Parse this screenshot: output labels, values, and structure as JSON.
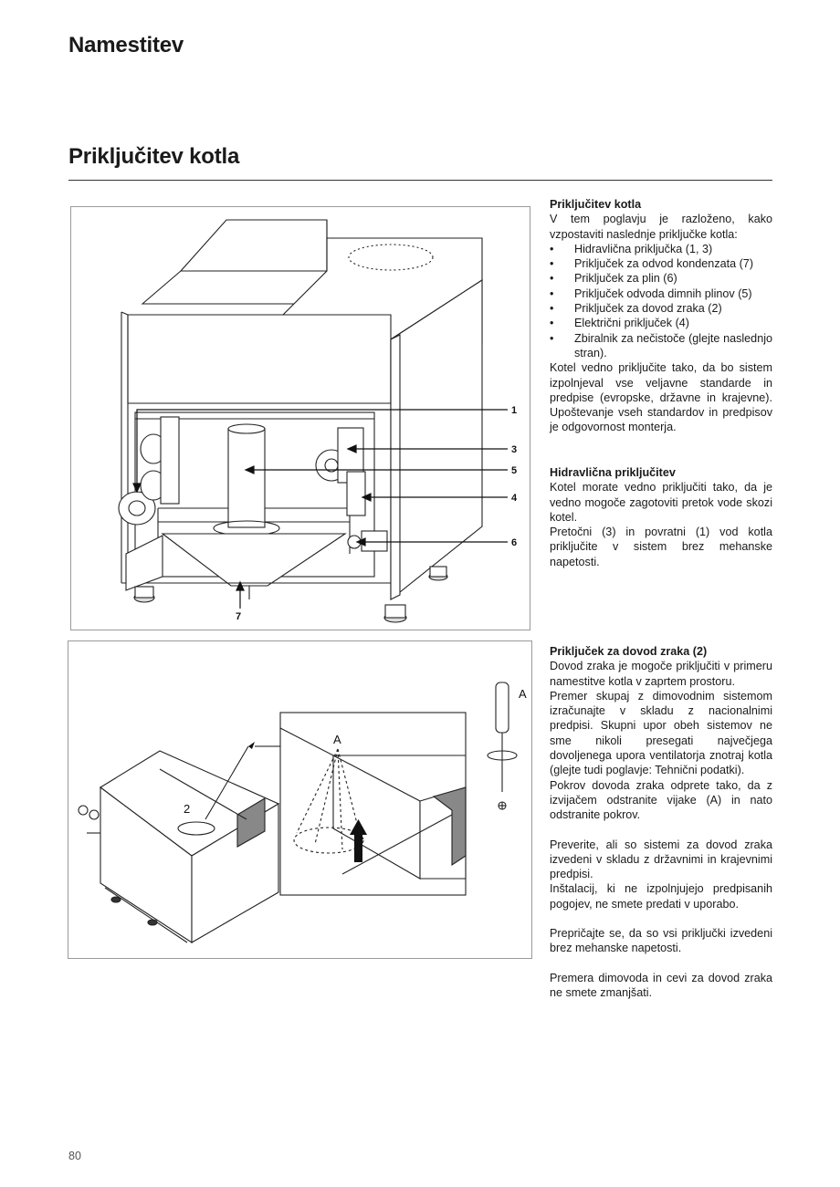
{
  "header": {
    "chapter_title": "Namestitev",
    "section_title": "Priključitev kotla"
  },
  "figure1": {
    "callouts": [
      "1",
      "3",
      "5",
      "4",
      "6",
      "7"
    ]
  },
  "figure2": {
    "callout_2": "2",
    "callout_a_detail": "A",
    "callout_a_tool": "A"
  },
  "text": {
    "block1": {
      "heading": "Priključitev kotla",
      "intro": "V tem poglavju je razloženo, kako vzpostaviti naslednje priključke kotla:",
      "items": [
        "Hidravlična priključka (1, 3)",
        "Priključek za odvod kondenzata (7)",
        "Priključek za plin (6)",
        "Priključek odvoda dimnih plinov (5)",
        "Priključek za dovod zraka (2)",
        "Električni priključek (4)",
        "Zbiralnik za nečistoče (glejte naslednjo stran)."
      ],
      "outro": "Kotel vedno priključite tako, da bo sistem izpolnjeval vse veljavne standarde in predpise (evropske, državne in krajevne). Upoštevanje vseh standardov in predpisov je odgovornost monterja."
    },
    "block2": {
      "heading": "Hidravlična priključitev",
      "p1": "Kotel morate vedno priključiti tako, da je vedno mogoče zagotoviti pretok vode skozi kotel.",
      "p2": "Pretočni (3) in povratni (1) vod kotla priključite v sistem brez mehanske napetosti."
    },
    "block3": {
      "heading": "Priključek za dovod zraka (2)",
      "p1": "Dovod zraka je mogoče priključiti v primeru namestitve kotla v zaprtem prostoru.",
      "p2": "Premer skupaj z dimovodnim sistemom izračunajte v skladu z nacionalnimi predpisi. Skupni upor obeh sistemov ne sme nikoli presegati največjega dovoljenega upora ventilatorja znotraj kotla (glejte tudi poglavje: Tehnični podatki).",
      "p3": "Pokrov dovoda zraka odprete tako, da z izvijačem odstranite vijake (A) in nato odstranite pokrov.",
      "p4": "Preverite, ali so sistemi za dovod zraka izvedeni v skladu z državnimi in krajevnimi predpisi.",
      "p5": "Inštalacij, ki ne izpolnjujejo predpisanih pogojev, ne smete predati v uporabo.",
      "p6": "Prepričajte se, da so vsi priključki izvedeni brez mehanske napetosti.",
      "p7": "Premera dimovoda in cevi za dovod zraka ne smete zmanjšati."
    }
  },
  "footer": {
    "page_number": "80"
  }
}
